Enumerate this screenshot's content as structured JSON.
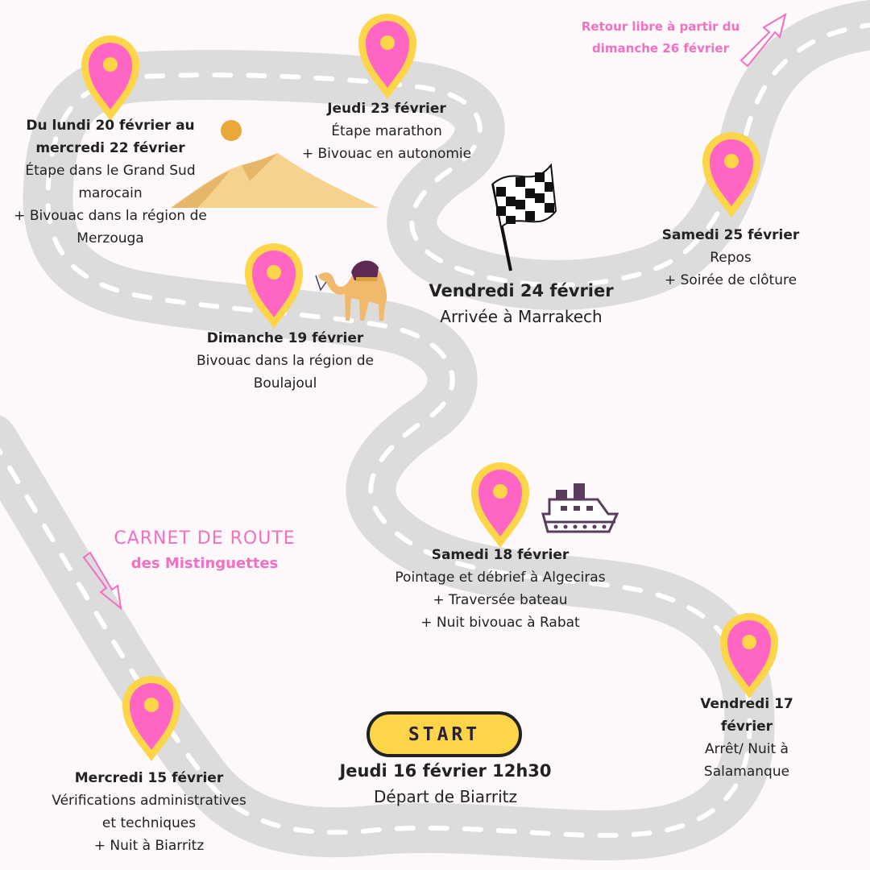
{
  "title": {
    "main": "CARNET DE ROUTE",
    "sub": "des Mistinguettes"
  },
  "return_note": {
    "line1": "Retour libre à partir du",
    "line2": "dimanche 26 février"
  },
  "start_button": {
    "label": "START"
  },
  "colors": {
    "road": "#dcdcdc",
    "road_dash": "#ffffff",
    "pin_outer": "#fcd549",
    "pin_inner": "#ff66c4",
    "accent_pink": "#f26fc2",
    "background": "#fdf9fb"
  },
  "stops": [
    {
      "id": "mercredi-15",
      "date": "Mercredi 15 février",
      "lines": [
        "Vérifications administratives",
        "et techniques",
        "+ Nuit à Biarritz"
      ]
    },
    {
      "id": "jeudi-16",
      "date": "Jeudi 16 février 12h30",
      "lines": [
        "Départ de Biarritz"
      ]
    },
    {
      "id": "vendredi-17",
      "date": "Vendredi 17  février",
      "lines": [
        "Arrêt/ Nuit à Salamanque"
      ]
    },
    {
      "id": "samedi-18",
      "date": "Samedi 18  février",
      "lines": [
        "Pointage et débrief à Algeciras",
        "+ Traversée bateau",
        "+ Nuit bivouac à Rabat"
      ]
    },
    {
      "id": "dimanche-19",
      "date": "Dimanche 19 février",
      "lines": [
        "Bivouac dans la région de",
        "Boulajoul"
      ]
    },
    {
      "id": "lundi-20",
      "date": "Du lundi 20 février au",
      "date2": "mercredi 22 février",
      "lines": [
        "Étape dans le Grand Sud",
        "marocain",
        "+ Bivouac dans la région de",
        "Merzouga"
      ]
    },
    {
      "id": "jeudi-23",
      "date": "Jeudi 23 février",
      "lines": [
        "Étape marathon",
        "+ Bivouac en autonomie"
      ]
    },
    {
      "id": "vendredi-24",
      "date": "Vendredi 24 février",
      "lines": [
        "Arrivée à Marrakech"
      ]
    },
    {
      "id": "samedi-25",
      "date": "Samedi 25 février",
      "lines": [
        "Repos",
        "+ Soirée de clôture"
      ]
    }
  ],
  "icons": [
    "map-pin-icon",
    "dune-icon",
    "sun-icon",
    "camel-icon",
    "checkered-flag-icon",
    "ship-icon",
    "arrow-icon"
  ]
}
